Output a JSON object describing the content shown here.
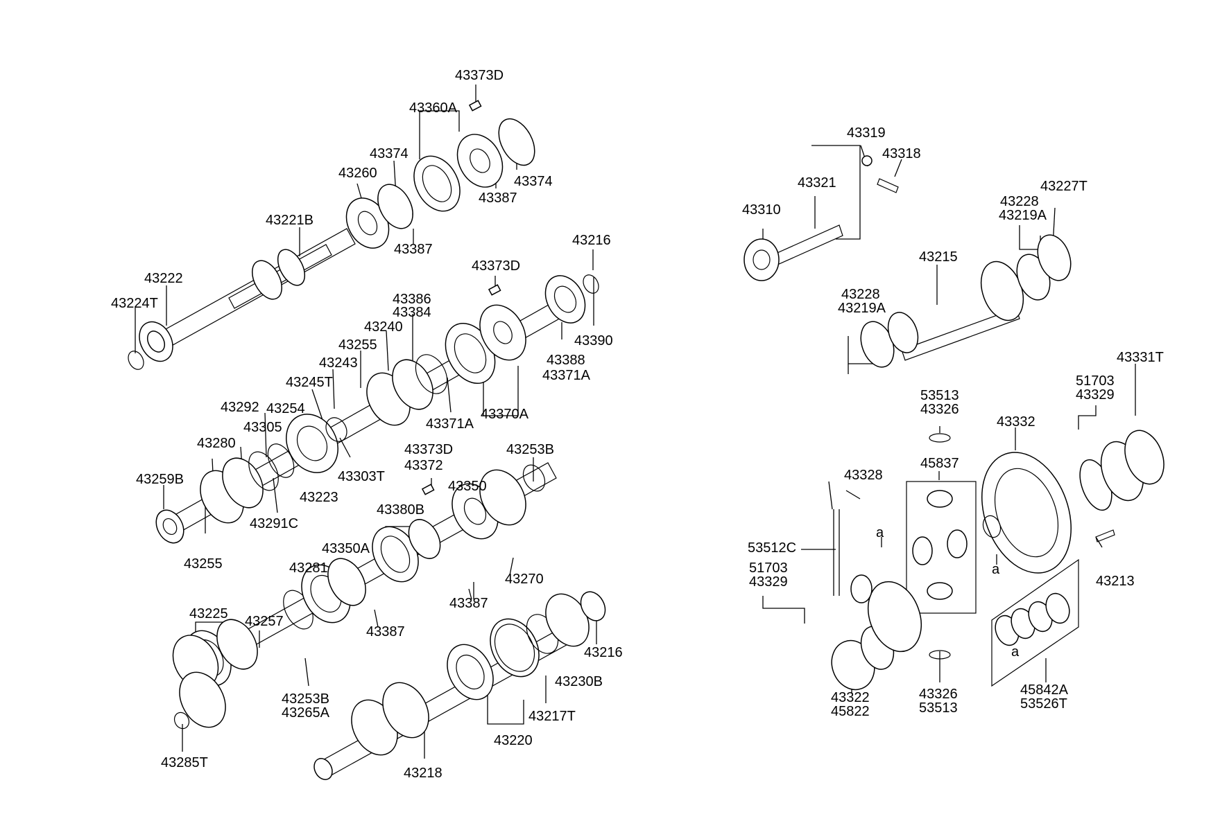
{
  "diagram": {
    "colors": {
      "line": "#000000",
      "background": "#ffffff"
    },
    "labels": [
      "43373D",
      "43360A",
      "43374",
      "43260",
      "43387",
      "43374",
      "43387",
      "43221B",
      "43222",
      "43224T",
      "43216",
      "43373D",
      "43386",
      "43384",
      "43240",
      "43255",
      "43243",
      "43245T",
      "43292",
      "43254",
      "43305",
      "43280",
      "43259B",
      "43255",
      "43291C",
      "43223",
      "43303T",
      "43371A",
      "43370A",
      "43371A",
      "43388",
      "43390",
      "43373D",
      "43372",
      "43253B",
      "43380B",
      "43350",
      "43350A",
      "43281",
      "43270",
      "43387",
      "43387",
      "43225",
      "43257",
      "43253B",
      "43265A",
      "43285T",
      "43216",
      "43230B",
      "43217T",
      "43220",
      "43218",
      "43319",
      "43318",
      "43321",
      "43310",
      "43228",
      "43219A",
      "43227T",
      "43215",
      "43228",
      "43219A",
      "53513",
      "43326",
      "43331T",
      "51703",
      "43329",
      "43332",
      "45837",
      "43328",
      "a",
      "53512C",
      "51703",
      "43329",
      "a",
      "43213",
      "a",
      "43322",
      "45822",
      "43326",
      "53513",
      "45842A",
      "53526T"
    ]
  }
}
